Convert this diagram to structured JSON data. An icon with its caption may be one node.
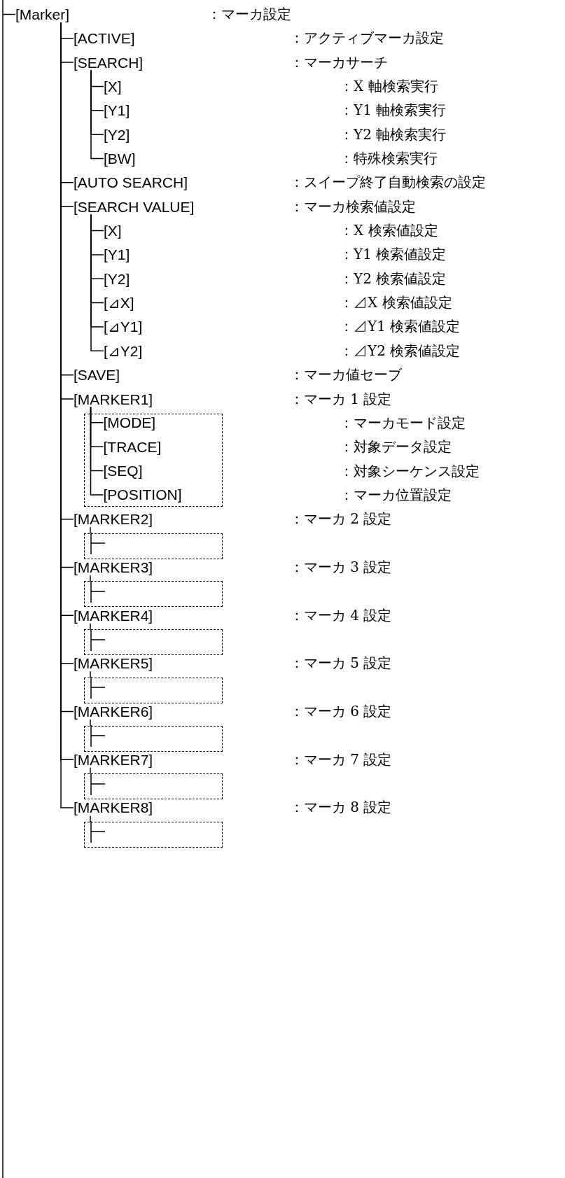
{
  "diagram": {
    "nodes": [
      {
        "text": [
          "[Marker]"
        ]
      },
      {
        "text": [
          "[ACTIVE]"
        ]
      },
      {
        "text": [
          "[SEARCH]"
        ]
      },
      {
        "text": [
          "[X]"
        ]
      },
      {
        "text": [
          "[Y1]"
        ]
      },
      {
        "text": [
          "[Y2]"
        ]
      },
      {
        "text": [
          "[BW]"
        ]
      },
      {
        "text": [
          "[AUTO SEARCH]"
        ]
      },
      {
        "text": [
          "[SEARCH VALUE]"
        ]
      },
      {
        "text": [
          "[X]"
        ]
      },
      {
        "text": [
          "[Y1]"
        ]
      },
      {
        "text": [
          "[Y2]"
        ]
      },
      {
        "text": [
          "[⊿X]"
        ]
      },
      {
        "text": [
          "[⊿Y1]"
        ]
      },
      {
        "text": [
          "[⊿Y2]"
        ]
      },
      {
        "text": [
          "[SAVE]"
        ]
      },
      {
        "text": [
          "[MARKER1]"
        ]
      },
      {
        "text": [],
        "shape": "box"
      },
      {
        "text": [
          "[MODE]"
        ],
        "in": 17
      },
      {
        "text": [
          "[TRACE]"
        ],
        "in": 17
      },
      {
        "text": [
          "[SEQ]"
        ],
        "in": 17
      },
      {
        "text": [
          "[POSITION]"
        ],
        "in": 17
      },
      {
        "text": [
          "[MARKER2]"
        ]
      },
      {
        "text": [],
        "shape": "box"
      },
      {
        "text": [
          "[MARKER3]"
        ]
      },
      {
        "text": [],
        "shape": "box"
      },
      {
        "text": [
          "[MARKER4]"
        ]
      },
      {
        "text": [],
        "shape": "box"
      },
      {
        "text": [
          "[MARKER5]"
        ]
      },
      {
        "text": [],
        "shape": "box"
      },
      {
        "text": [
          "[MARKER6]"
        ]
      },
      {
        "text": [],
        "shape": "box"
      },
      {
        "text": [
          "[MARKER7]"
        ]
      },
      {
        "text": [],
        "shape": "box"
      },
      {
        "text": [
          "[MARKER8]"
        ]
      },
      {
        "text": [],
        "shape": "box"
      }
    ],
    "edges": [
      {
        "from": null,
        "to": 0,
        "arrow": "none"
      },
      {
        "from": 0,
        "to": 1,
        "arrow": "none"
      },
      {
        "from": 0,
        "to": 2,
        "arrow": "none"
      },
      {
        "from": 2,
        "to": 3,
        "arrow": "none"
      },
      {
        "from": 2,
        "to": 4,
        "arrow": "none"
      },
      {
        "from": 2,
        "to": 5,
        "arrow": "none"
      },
      {
        "from": 2,
        "to": 6,
        "arrow": "none"
      },
      {
        "from": 0,
        "to": 7,
        "arrow": "none"
      },
      {
        "from": 0,
        "to": 8,
        "arrow": "none"
      },
      {
        "from": 8,
        "to": 9,
        "arrow": "none"
      },
      {
        "from": 8,
        "to": 10,
        "arrow": "none"
      },
      {
        "from": 8,
        "to": 11,
        "arrow": "none"
      },
      {
        "from": 8,
        "to": 12,
        "arrow": "none"
      },
      {
        "from": 8,
        "to": 13,
        "arrow": "none"
      },
      {
        "from": 8,
        "to": 14,
        "arrow": "none"
      },
      {
        "from": 0,
        "to": 15,
        "arrow": "none"
      },
      {
        "from": 0,
        "to": 16,
        "arrow": "none"
      },
      {
        "from": 16,
        "to": 18,
        "arrow": "none"
      },
      {
        "from": 16,
        "to": 19,
        "arrow": "none"
      },
      {
        "from": 16,
        "to": 20,
        "arrow": "none"
      },
      {
        "from": 16,
        "to": 21,
        "arrow": "none"
      },
      {
        "from": 0,
        "to": 22,
        "arrow": "none"
      },
      {
        "from": 22,
        "to": 23,
        "arrow": "none"
      },
      {
        "from": 0,
        "to": 24,
        "arrow": "none"
      },
      {
        "from": 24,
        "to": 25,
        "arrow": "none"
      },
      {
        "from": 0,
        "to": 26,
        "arrow": "none"
      },
      {
        "from": 26,
        "to": 27,
        "arrow": "none"
      },
      {
        "from": 0,
        "to": 28,
        "arrow": "none"
      },
      {
        "from": 28,
        "to": 29,
        "arrow": "none"
      },
      {
        "from": 0,
        "to": 30,
        "arrow": "none"
      },
      {
        "from": 30,
        "to": 31,
        "arrow": "none"
      },
      {
        "from": 0,
        "to": 32,
        "arrow": "none"
      },
      {
        "from": 32,
        "to": 33,
        "arrow": "none"
      },
      {
        "from": 0,
        "to": 34,
        "arrow": "none"
      },
      {
        "from": 34,
        "to": 35,
        "arrow": "none"
      }
    ],
    "labels": [
      "：マーカ設定",
      "：アクティブマーカ設定",
      "：マーカサーチ",
      "：X 軸検索実行",
      "：Y1 軸検索実行",
      "：Y2 軸検索実行",
      "：特殊検索実行",
      "：スイープ終了自動検索の設定",
      "：マーカ検索値設定",
      "：X 検索値設定",
      "：Y1 検索値設定",
      "：Y2 検索値設定",
      "：⊿X 検索値設定",
      "：⊿Y1 検索値設定",
      "：⊿Y2 検索値設定",
      "：マーカ値セーブ",
      "：マーカ 1 設定",
      "：マーカモード設定",
      "：対象データ設定",
      "：対象シーケンス設定",
      "：マーカ位置設定",
      "：マーカ 2 設定",
      "：マーカ 3 設定",
      "：マーカ 4 設定",
      "：マーカ 5 設定",
      "：マーカ 6 設定",
      "：マーカ 7 設定",
      "：マーカ 8 設定"
    ]
  }
}
